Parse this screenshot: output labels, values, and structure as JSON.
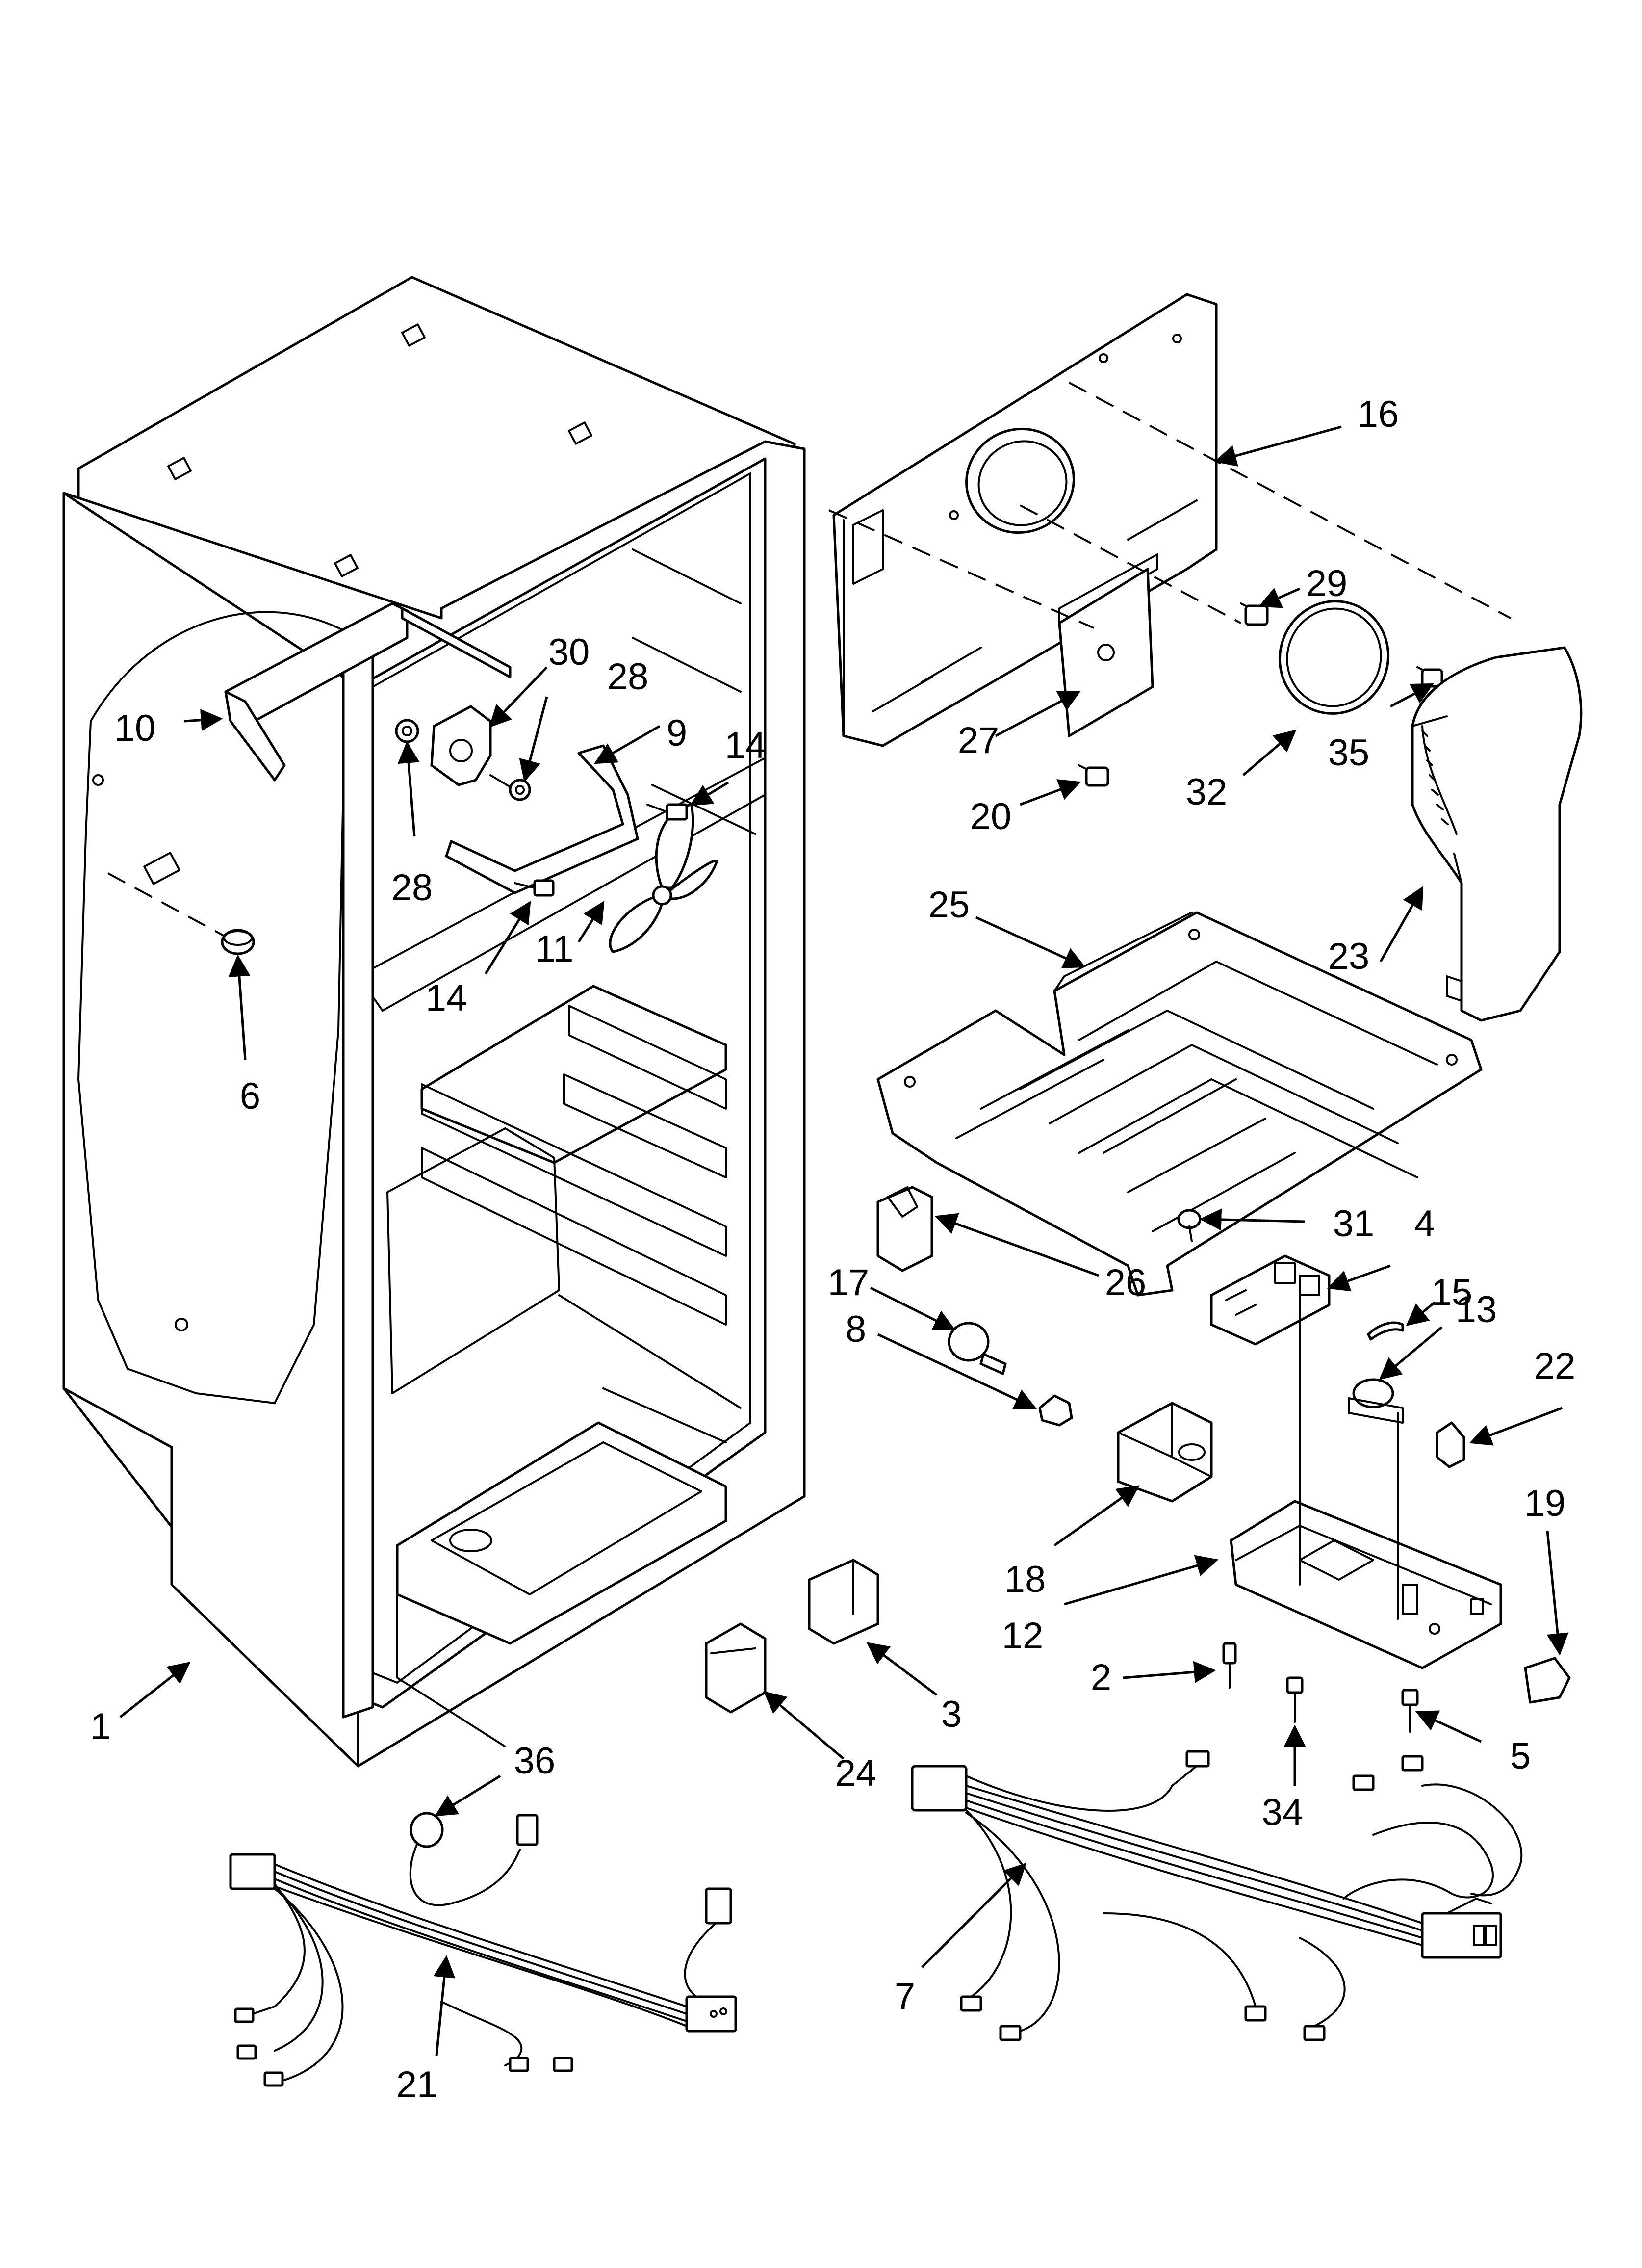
{
  "diagram": {
    "kind": "exploded parts diagram",
    "callouts": [
      {
        "id": "c1",
        "label": "1"
      },
      {
        "id": "c2",
        "label": "2"
      },
      {
        "id": "c3",
        "label": "3"
      },
      {
        "id": "c4",
        "label": "4"
      },
      {
        "id": "c5",
        "label": "5"
      },
      {
        "id": "c6",
        "label": "6"
      },
      {
        "id": "c7",
        "label": "7"
      },
      {
        "id": "c8",
        "label": "8"
      },
      {
        "id": "c9",
        "label": "9"
      },
      {
        "id": "c10",
        "label": "10"
      },
      {
        "id": "c11",
        "label": "11"
      },
      {
        "id": "c12",
        "label": "12"
      },
      {
        "id": "c13",
        "label": "13"
      },
      {
        "id": "c14a",
        "label": "14"
      },
      {
        "id": "c14b",
        "label": "14"
      },
      {
        "id": "c15",
        "label": "15"
      },
      {
        "id": "c16",
        "label": "16"
      },
      {
        "id": "c17",
        "label": "17"
      },
      {
        "id": "c18",
        "label": "18"
      },
      {
        "id": "c19",
        "label": "19"
      },
      {
        "id": "c20",
        "label": "20"
      },
      {
        "id": "c21",
        "label": "21"
      },
      {
        "id": "c22",
        "label": "22"
      },
      {
        "id": "c23",
        "label": "23"
      },
      {
        "id": "c24",
        "label": "24"
      },
      {
        "id": "c25",
        "label": "25"
      },
      {
        "id": "c26",
        "label": "26"
      },
      {
        "id": "c27",
        "label": "27"
      },
      {
        "id": "c28a",
        "label": "28"
      },
      {
        "id": "c28b",
        "label": "28"
      },
      {
        "id": "c29",
        "label": "29"
      },
      {
        "id": "c30",
        "label": "30"
      },
      {
        "id": "c31",
        "label": "31"
      },
      {
        "id": "c32",
        "label": "32"
      },
      {
        "id": "c34",
        "label": "34"
      },
      {
        "id": "c35",
        "label": "35"
      },
      {
        "id": "c36",
        "label": "36"
      }
    ]
  }
}
